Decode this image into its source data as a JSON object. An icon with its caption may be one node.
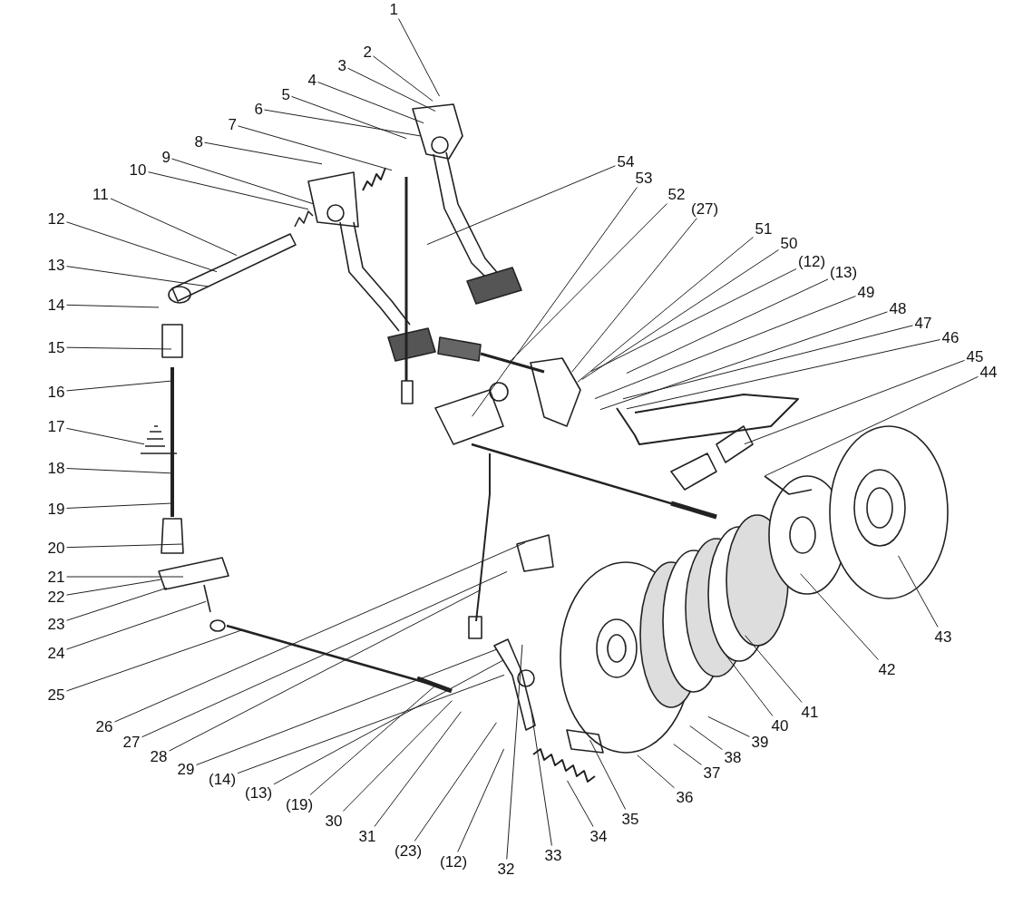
{
  "diagram": {
    "nodes": [
      {
        "text": [
          "1"
        ]
      },
      {
        "text": [
          "2"
        ]
      },
      {
        "text": [
          "3"
        ]
      },
      {
        "text": [
          "4"
        ]
      },
      {
        "text": [
          "5"
        ]
      },
      {
        "text": [
          "6"
        ]
      },
      {
        "text": [
          "7"
        ]
      },
      {
        "text": [
          "8"
        ]
      },
      {
        "text": [
          "9"
        ]
      },
      {
        "text": [
          "10"
        ]
      },
      {
        "text": [
          "11"
        ]
      },
      {
        "text": [
          "12"
        ]
      },
      {
        "text": [
          "13"
        ]
      },
      {
        "text": [
          "14"
        ]
      },
      {
        "text": [
          "15"
        ]
      },
      {
        "text": [
          "16"
        ]
      },
      {
        "text": [
          "17"
        ]
      },
      {
        "text": [
          "18"
        ]
      },
      {
        "text": [
          "19"
        ]
      },
      {
        "text": [
          "20"
        ]
      },
      {
        "text": [
          "21"
        ]
      },
      {
        "text": [
          "22"
        ]
      },
      {
        "text": [
          "23"
        ]
      },
      {
        "text": [
          "24"
        ]
      },
      {
        "text": [
          "25"
        ]
      },
      {
        "text": [
          "26"
        ]
      },
      {
        "text": [
          "27"
        ]
      },
      {
        "text": [
          "28"
        ]
      },
      {
        "text": [
          "29"
        ]
      },
      {
        "text": [
          "(14)"
        ]
      },
      {
        "text": [
          "(13)"
        ]
      },
      {
        "text": [
          "(19)"
        ]
      },
      {
        "text": [
          "30"
        ]
      },
      {
        "text": [
          "31"
        ]
      },
      {
        "text": [
          "(23)"
        ]
      },
      {
        "text": [
          "(12)"
        ]
      },
      {
        "text": [
          "32"
        ]
      },
      {
        "text": [
          "33"
        ]
      },
      {
        "text": [
          "34"
        ]
      },
      {
        "text": [
          "35"
        ]
      },
      {
        "text": [
          "36"
        ]
      },
      {
        "text": [
          "37"
        ]
      },
      {
        "text": [
          "38"
        ]
      },
      {
        "text": [
          "39"
        ]
      },
      {
        "text": [
          "40"
        ]
      },
      {
        "text": [
          "41"
        ]
      },
      {
        "text": [
          "42"
        ]
      },
      {
        "text": [
          "43"
        ]
      },
      {
        "text": [
          "44"
        ]
      },
      {
        "text": [
          "45"
        ]
      },
      {
        "text": [
          "46"
        ]
      },
      {
        "text": [
          "47"
        ]
      },
      {
        "text": [
          "48"
        ]
      },
      {
        "text": [
          "49"
        ]
      },
      {
        "text": [
          "(13)"
        ]
      },
      {
        "text": [
          "(12)"
        ]
      },
      {
        "text": [
          "50"
        ]
      },
      {
        "text": [
          "51"
        ]
      },
      {
        "text": [
          "(27)"
        ]
      },
      {
        "text": [
          "52"
        ]
      },
      {
        "text": [
          "53"
        ]
      },
      {
        "text": [
          "54"
        ]
      }
    ],
    "edges": [
      {
        "from": 0,
        "to": null,
        "arrow": "none"
      },
      {
        "from": 1,
        "to": null,
        "arrow": "none"
      },
      {
        "from": 2,
        "to": null,
        "arrow": "none"
      },
      {
        "from": 3,
        "to": null,
        "arrow": "none"
      },
      {
        "from": 4,
        "to": null,
        "arrow": "none"
      },
      {
        "from": 5,
        "to": null,
        "arrow": "none"
      },
      {
        "from": 6,
        "to": null,
        "arrow": "none"
      },
      {
        "from": 7,
        "to": null,
        "arrow": "none"
      },
      {
        "from": 8,
        "to": null,
        "arrow": "none"
      },
      {
        "from": 9,
        "to": null,
        "arrow": "none"
      },
      {
        "from": 10,
        "to": null,
        "arrow": "none"
      },
      {
        "from": 11,
        "to": null,
        "arrow": "none"
      },
      {
        "from": 12,
        "to": null,
        "arrow": "none"
      },
      {
        "from": 13,
        "to": null,
        "arrow": "none"
      },
      {
        "from": 14,
        "to": null,
        "arrow": "none"
      },
      {
        "from": 15,
        "to": null,
        "arrow": "none"
      },
      {
        "from": 16,
        "to": null,
        "arrow": "none"
      },
      {
        "from": 17,
        "to": null,
        "arrow": "none"
      },
      {
        "from": 18,
        "to": null,
        "arrow": "none"
      },
      {
        "from": 19,
        "to": null,
        "arrow": "none"
      },
      {
        "from": 20,
        "to": null,
        "arrow": "none"
      },
      {
        "from": 21,
        "to": null,
        "arrow": "none"
      },
      {
        "from": 22,
        "to": null,
        "arrow": "none"
      },
      {
        "from": 23,
        "to": null,
        "arrow": "none"
      },
      {
        "from": 24,
        "to": null,
        "arrow": "none"
      },
      {
        "from": 25,
        "to": null,
        "arrow": "none"
      },
      {
        "from": 26,
        "to": null,
        "arrow": "none"
      },
      {
        "from": 27,
        "to": null,
        "arrow": "none"
      },
      {
        "from": 28,
        "to": null,
        "arrow": "none"
      },
      {
        "from": 29,
        "to": null,
        "arrow": "none"
      },
      {
        "from": 30,
        "to": null,
        "arrow": "none"
      },
      {
        "from": 31,
        "to": null,
        "arrow": "none"
      },
      {
        "from": 32,
        "to": null,
        "arrow": "none"
      },
      {
        "from": 33,
        "to": null,
        "arrow": "none"
      },
      {
        "from": 34,
        "to": null,
        "arrow": "none"
      },
      {
        "from": 35,
        "to": null,
        "arrow": "none"
      },
      {
        "from": 36,
        "to": null,
        "arrow": "none"
      },
      {
        "from": 37,
        "to": null,
        "arrow": "none"
      },
      {
        "from": 38,
        "to": null,
        "arrow": "none"
      },
      {
        "from": 39,
        "to": null,
        "arrow": "none"
      },
      {
        "from": 40,
        "to": null,
        "arrow": "none"
      },
      {
        "from": 41,
        "to": null,
        "arrow": "none"
      },
      {
        "from": 42,
        "to": null,
        "arrow": "none"
      },
      {
        "from": 43,
        "to": null,
        "arrow": "none"
      },
      {
        "from": 44,
        "to": null,
        "arrow": "none"
      },
      {
        "from": 45,
        "to": null,
        "arrow": "none"
      },
      {
        "from": 46,
        "to": null,
        "arrow": "none"
      },
      {
        "from": 47,
        "to": null,
        "arrow": "none"
      },
      {
        "from": 48,
        "to": null,
        "arrow": "none"
      },
      {
        "from": 49,
        "to": null,
        "arrow": "none"
      },
      {
        "from": 50,
        "to": null,
        "arrow": "none"
      },
      {
        "from": 51,
        "to": null,
        "arrow": "none"
      },
      {
        "from": 52,
        "to": null,
        "arrow": "none"
      },
      {
        "from": 53,
        "to": null,
        "arrow": "none"
      },
      {
        "from": 54,
        "to": null,
        "arrow": "none"
      },
      {
        "from": 55,
        "to": null,
        "arrow": "none"
      },
      {
        "from": 56,
        "to": null,
        "arrow": "none"
      },
      {
        "from": 57,
        "to": null,
        "arrow": "none"
      },
      {
        "from": 58,
        "to": null,
        "arrow": "none"
      },
      {
        "from": 59,
        "to": null,
        "arrow": "none"
      },
      {
        "from": 60,
        "to": null,
        "arrow": "none"
      },
      {
        "from": 61,
        "to": null,
        "arrow": "none"
      }
    ]
  }
}
